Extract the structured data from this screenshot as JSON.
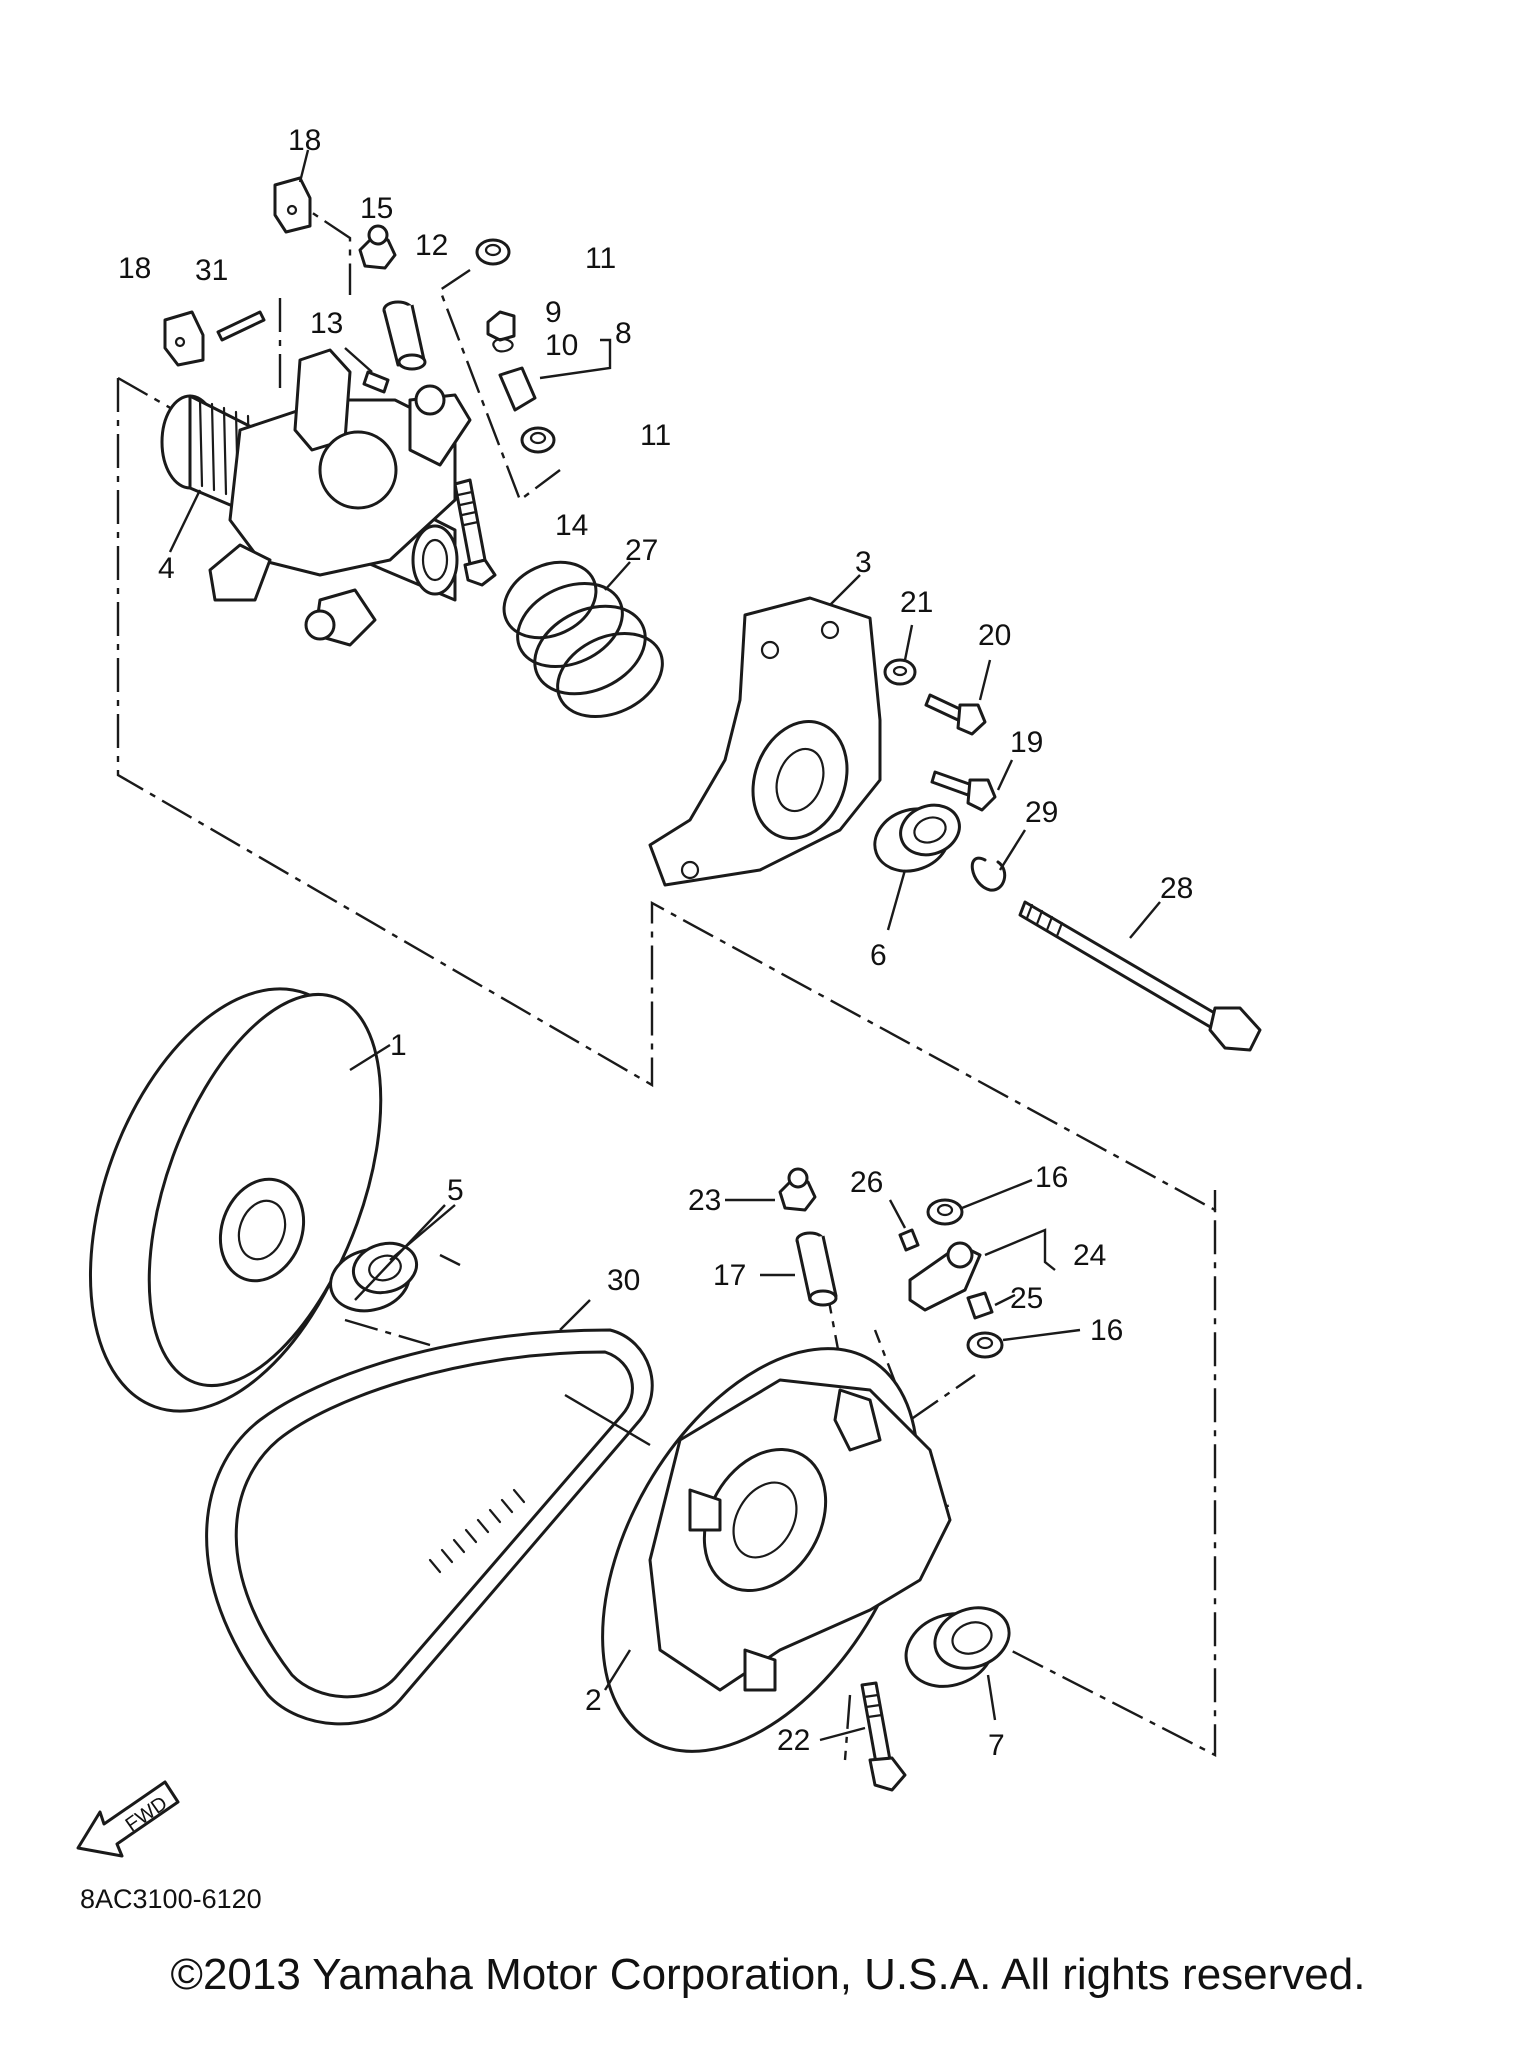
{
  "diagram": {
    "drawing_code": "8AC3100-6120",
    "fwd_arrow_text": "FWD",
    "parts": [
      {
        "id": "1",
        "label": "1"
      },
      {
        "id": "2",
        "label": "2"
      },
      {
        "id": "3",
        "label": "3"
      },
      {
        "id": "4",
        "label": "4"
      },
      {
        "id": "5",
        "label": "5"
      },
      {
        "id": "6",
        "label": "6"
      },
      {
        "id": "7",
        "label": "7"
      },
      {
        "id": "8",
        "label": "8"
      },
      {
        "id": "9",
        "label": "9"
      },
      {
        "id": "10",
        "label": "10"
      },
      {
        "id": "11a",
        "label": "11"
      },
      {
        "id": "11b",
        "label": "11"
      },
      {
        "id": "12",
        "label": "12"
      },
      {
        "id": "13",
        "label": "13"
      },
      {
        "id": "14",
        "label": "14"
      },
      {
        "id": "15",
        "label": "15"
      },
      {
        "id": "16a",
        "label": "16"
      },
      {
        "id": "16b",
        "label": "16"
      },
      {
        "id": "17",
        "label": "17"
      },
      {
        "id": "18a",
        "label": "18"
      },
      {
        "id": "18b",
        "label": "18"
      },
      {
        "id": "19",
        "label": "19"
      },
      {
        "id": "20",
        "label": "20"
      },
      {
        "id": "21",
        "label": "21"
      },
      {
        "id": "22",
        "label": "22"
      },
      {
        "id": "23",
        "label": "23"
      },
      {
        "id": "24",
        "label": "24"
      },
      {
        "id": "25",
        "label": "25"
      },
      {
        "id": "26",
        "label": "26"
      },
      {
        "id": "27",
        "label": "27"
      },
      {
        "id": "28",
        "label": "28"
      },
      {
        "id": "29",
        "label": "29"
      },
      {
        "id": "30",
        "label": "30"
      },
      {
        "id": "31",
        "label": "31"
      }
    ]
  },
  "footer": {
    "copyright": "©2013 Yamaha Motor Corporation, U.S.A. All rights reserved."
  }
}
